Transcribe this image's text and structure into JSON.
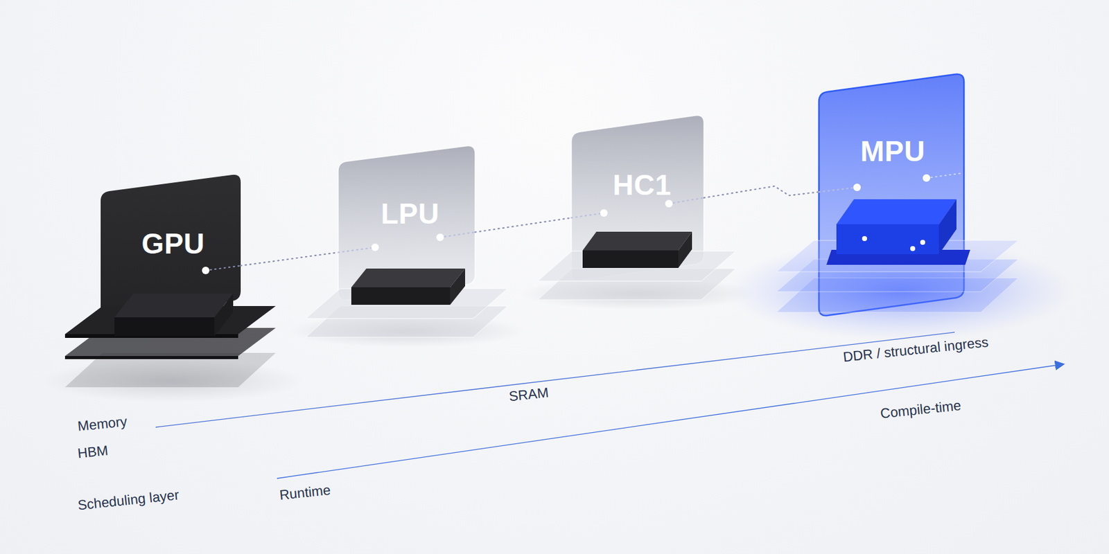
{
  "diagram": {
    "nodes": [
      {
        "text": [
          "GPU"
        ]
      },
      {
        "text": [
          "LPU"
        ]
      },
      {
        "text": [
          "HC1"
        ]
      },
      {
        "text": [
          "MPU"
        ]
      }
    ],
    "edges": [
      {
        "from": 0,
        "to": 1,
        "arrow": "none"
      },
      {
        "from": 1,
        "to": 2,
        "arrow": "none"
      },
      {
        "from": 2,
        "to": 3,
        "arrow": "none"
      }
    ],
    "labels": [
      "DDR / structural ingress",
      "SRAM",
      "Compile-time",
      "Memory",
      "HBM",
      "Runtime",
      "Scheduling layer"
    ]
  }
}
